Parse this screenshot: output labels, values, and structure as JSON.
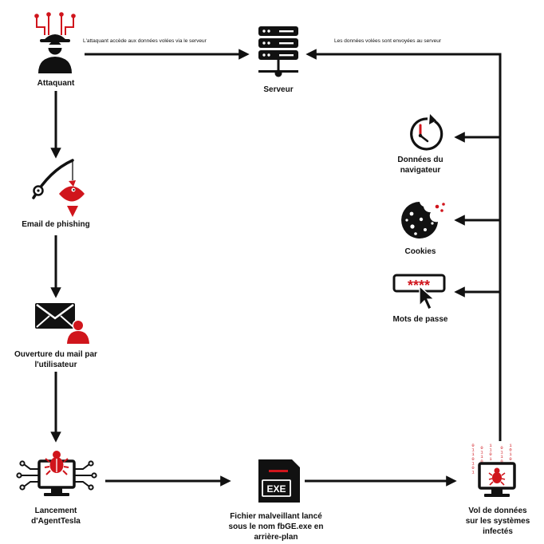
{
  "colors": {
    "accent": "#d0151c",
    "ink": "#111111"
  },
  "nodes": {
    "attacker": {
      "label": "Attaquant",
      "icon": "hacker-icon"
    },
    "server": {
      "label": "Serveur",
      "icon": "server-icon"
    },
    "phishing": {
      "label": "Email de phishing",
      "icon": "fishing-rod-icon"
    },
    "open_mail": {
      "label_line1": "Ouverture du mail par",
      "label_line2": "l'utilisateur",
      "icon": "envelope-user-icon"
    },
    "agenttesla": {
      "label_line1": "Lancement",
      "label_line2": "d'AgentTesla",
      "icon": "malware-chip-icon"
    },
    "malicious_file": {
      "label_line1": "Fichier malveillant lancé",
      "label_line2": "sous le nom fbGE.exe en",
      "label_line3": "arrière-plan",
      "icon": "exe-file-icon"
    },
    "data_theft": {
      "label_line1": "Vol de données",
      "label_line2": "sur les systèmes",
      "label_line3": "infectés",
      "icon": "infected-monitor-icon"
    },
    "browser_data": {
      "label_line1": "Données du",
      "label_line2": "navigateur",
      "icon": "history-clock-icon"
    },
    "cookies": {
      "label": "Cookies",
      "icon": "cookie-icon"
    },
    "passwords": {
      "label": "Mots de passe",
      "icon": "password-field-icon",
      "mask": "****"
    }
  },
  "edges": {
    "attacker_to_server": "L'attaquant accède aux données volées via le serveur",
    "theft_to_server": "Les données volées sont envoyées au serveur"
  },
  "binary_columns": [
    "0110101",
    "011001",
    "1101",
    "01101001",
    "1010110"
  ]
}
